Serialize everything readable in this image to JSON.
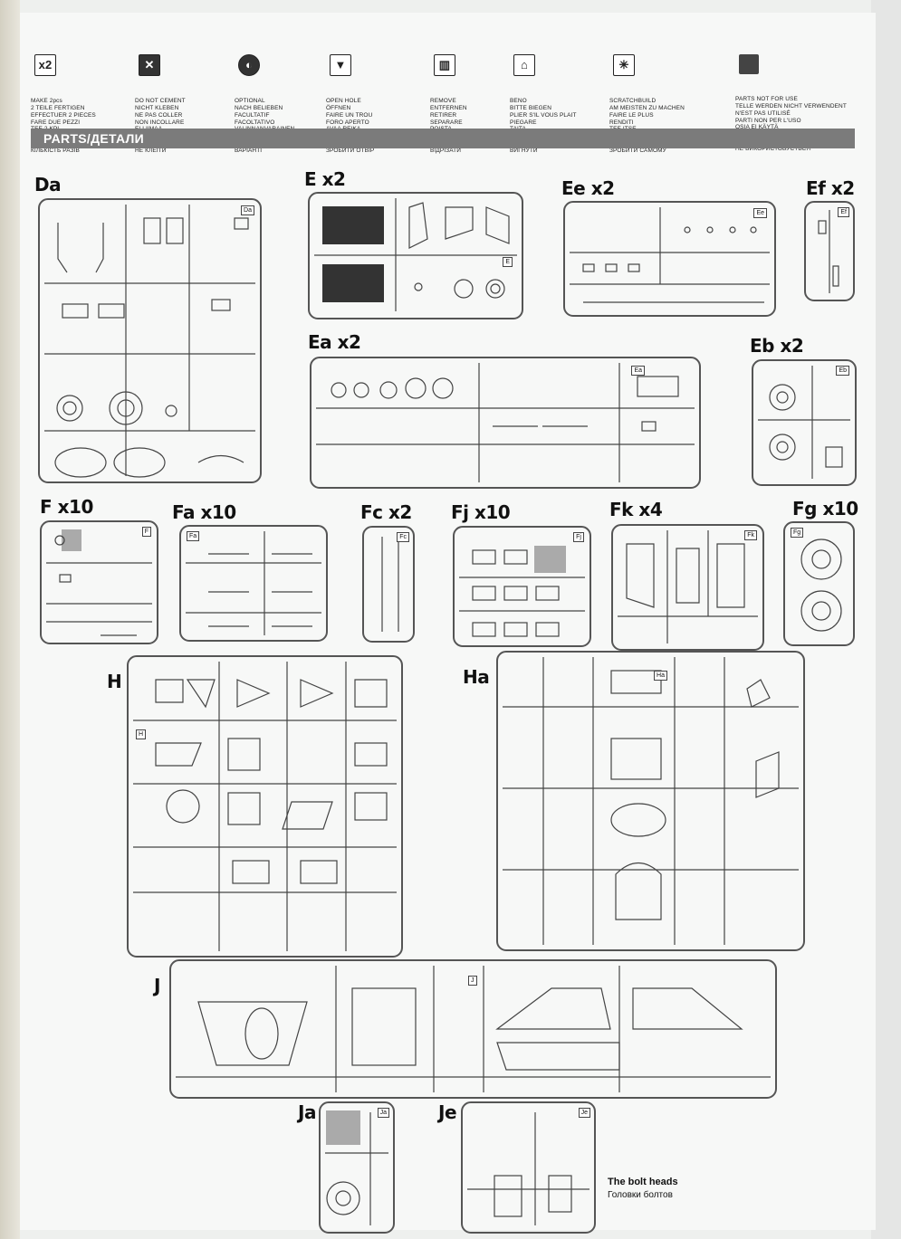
{
  "legend": [
    {
      "icon": "x2",
      "text": "MAKE 2pcs\n2 TEILE FERTIGEN\nEFFECTUER 2 PIECES\nFARE DUE PEZZI\nTEE 2 KPL\nGÖR 2 ST\nПОВТОРИТЬ ДВА РАЗА\nКІЛЬКІСТЬ РАЗІВ"
    },
    {
      "icon": "",
      "text": "DO NOT CEMENT\nNICHT KLEBEN\nNE PAS COLLER\nNON INCOLLARE\nEI LIIMAA\nLIMMAEJ\nНЕ ИСПОЛЬЗОВАТЬ КЛЕЙ\nНЕ КЛЕЇТИ"
    },
    {
      "icon": "",
      "text": "OPTIONAL\nNACH BELIEBEN\nFACULTATIF\nFACOLTATIVO\nVALINNANVARAINEN\nVALBAR\nВАРИАНТЫ\nВАРІАНТІ"
    },
    {
      "icon": "",
      "text": "OPEN HOLE\nÖFFNEN\nFAIRE UN TROU\nFORO APERTO\nAVAA REIKA\nÖPPNA HÅLET\nСДЕЛАТЬ ОТВЕРСТИЕ\nЗРОБИТИ ОТВІР"
    },
    {
      "icon": "",
      "text": "REMOVE\nENTFERNEN\nRETIRER\nSEPARARE\nPOISTA\nAVLÄGSNA\nОТРЕЗАТЬ\nВІДРІЗАТИ"
    },
    {
      "icon": "",
      "text": "BENO\nBITTE BIEGEN\nPLIER S'IL VOUS PLAIT\nPIEGARE\nTAITA\nBÖCKA\nВЫГНУТЬ\nВИГНУТИ"
    },
    {
      "icon": "",
      "text": "SCRATCHBUILD\nAM MEISTEN ZU MACHEN\nFAIRE LE PLUS\nRENDITI\nTEE ITSE\nGÖR DIG SJÄLV\nСДЕЛАТЬ САМОМУ\nЗРОБИТИ САМОМУ"
    },
    {
      "icon": "",
      "text": "PARTS NOT FOR USE\nTELLE WERDEN NICHT VERWENDENT\nN'EST PAS UTILISÉ\nPARTI NON PER L'USO\nOSIA EI KÄYTÄ\nINTE FÖR ANVÄNDNING\nНЕ ИСПОЛЬЗОВАТЬ\nНЕ ВИКОРИСТОВУЄТЬСЯ"
    }
  ],
  "section_title": "PARTS/ДЕТАЛИ",
  "sprues": {
    "Da": {
      "label": "Da",
      "tag": "Da"
    },
    "E": {
      "label": "E x2",
      "tag": "E"
    },
    "Ee": {
      "label": "Ee x2",
      "tag": "Ee"
    },
    "Ef": {
      "label": "Ef x2",
      "tag": "Ef"
    },
    "Ea": {
      "label": "Ea x2",
      "tag": "Ea"
    },
    "Eb": {
      "label": "Eb x2",
      "tag": "Eb"
    },
    "F": {
      "label": "F x10",
      "tag": "F"
    },
    "Fa": {
      "label": "Fa x10",
      "tag": "Fa"
    },
    "Fc": {
      "label": "Fc x2",
      "tag": "Fc"
    },
    "Fj": {
      "label": "Fj x10",
      "tag": "Fj"
    },
    "Fk": {
      "label": "Fk x4",
      "tag": "Fk"
    },
    "Fg": {
      "label": "Fg x10",
      "tag": "Fg"
    },
    "H": {
      "label": "H",
      "tag": "H"
    },
    "Ha": {
      "label": "Ha",
      "tag": "Ha"
    },
    "J": {
      "label": "J",
      "tag": "J"
    },
    "Ja": {
      "label": "Ja",
      "tag": "Ja"
    },
    "Je": {
      "label": "Je",
      "tag": "Je"
    }
  },
  "notes": {
    "bolt_heads_en": "The bolt heads",
    "bolt_heads_ru": "Головки болтов"
  }
}
